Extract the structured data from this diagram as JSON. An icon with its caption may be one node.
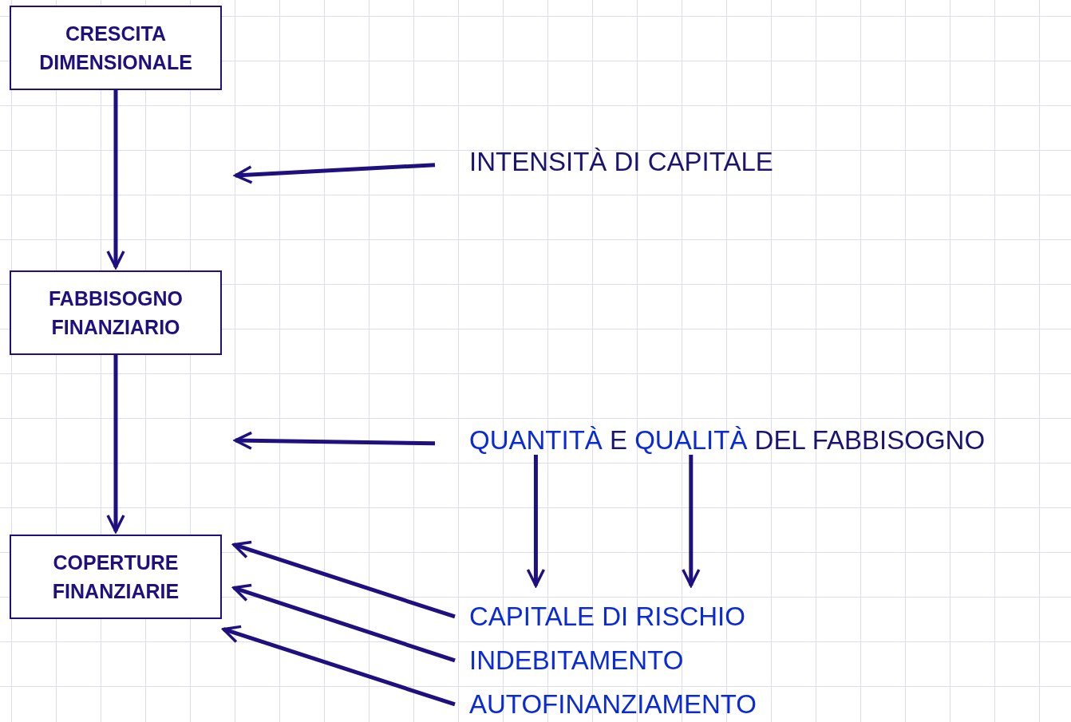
{
  "diagram": {
    "nodes": [
      {
        "text": [
          "CRESCITA DIMENSIONALE"
        ]
      },
      {
        "text": [
          "FABBISOGNO FINANZIARIO"
        ]
      },
      {
        "text": [
          "COPERTURE FINANZIARIE"
        ]
      },
      {
        "text": [
          "INTENSITÀ DI CAPITALE"
        ]
      },
      {
        "text": [
          "QUANTITÀ",
          "E",
          "QUALITÀ",
          "DEL FABBISOGNO"
        ]
      },
      {
        "text": [
          "CAPITALE DI RISCHIO"
        ]
      },
      {
        "text": [
          "INDEBITAMENTO"
        ]
      },
      {
        "text": [
          "AUTOFINANZIAMENTO"
        ]
      }
    ],
    "edges": [
      {
        "from": 0,
        "to": 1,
        "arrow": "to"
      },
      {
        "from": 1,
        "to": 2,
        "arrow": "to"
      },
      {
        "from": 3,
        "to": null,
        "arrow": "to"
      },
      {
        "from": 4,
        "to": null,
        "arrow": "to"
      },
      {
        "from": 4,
        "to": 5,
        "arrow": "to"
      },
      {
        "from": 4,
        "to": 5,
        "arrow": "to"
      },
      {
        "from": 5,
        "to": 2,
        "arrow": "to"
      },
      {
        "from": 6,
        "to": 2,
        "arrow": "to"
      },
      {
        "from": 7,
        "to": 2,
        "arrow": "to"
      }
    ]
  }
}
